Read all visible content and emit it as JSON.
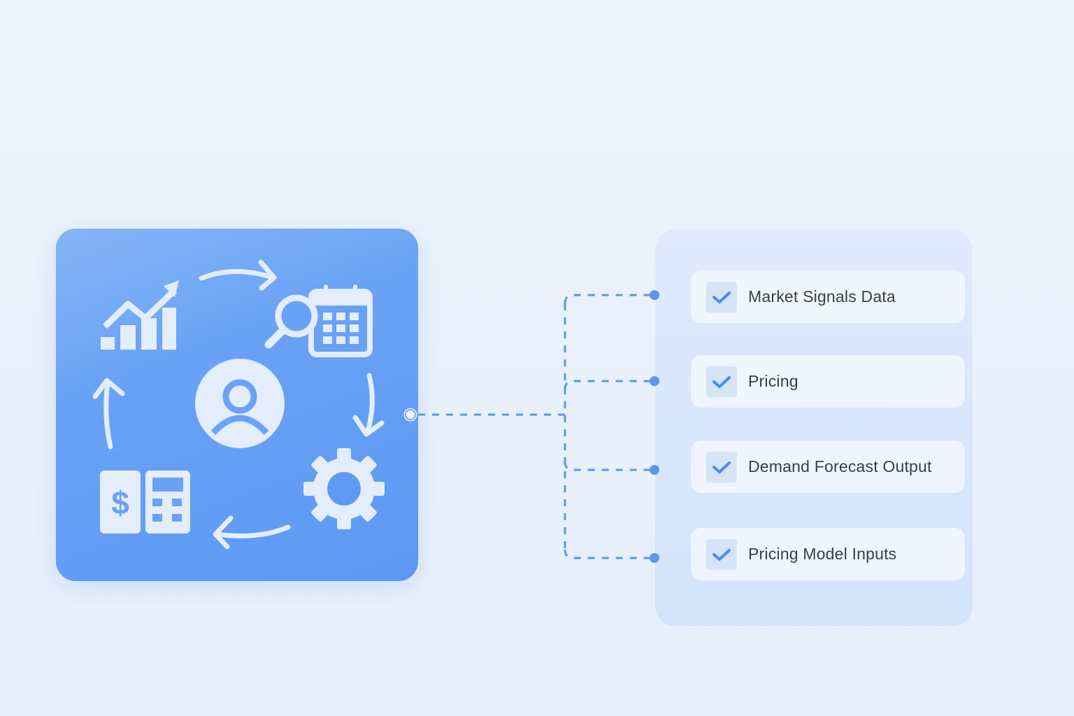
{
  "hub": {
    "title_icon": "user-circle-icon",
    "cycle_icons": [
      "growth-chart-icon",
      "search-calendar-icon",
      "gear-icon",
      "dollar-calculator-icon"
    ],
    "cycle_arrows": [
      "arrow-right-curved",
      "arrow-down-curved",
      "arrow-left-curved",
      "arrow-up-curved"
    ],
    "color_top": "#86b5f6",
    "color_bottom": "#5c98f3"
  },
  "connector": {
    "color": "#5b95ec",
    "style": "dashed"
  },
  "checklist": {
    "items": [
      {
        "label": "Market Signals Data",
        "checked": true
      },
      {
        "label": "Pricing",
        "checked": true
      },
      {
        "label": "Demand Forecast Output",
        "checked": true
      },
      {
        "label": "Pricing Model Inputs",
        "checked": true
      }
    ],
    "check_color": "#4a8cf0"
  }
}
